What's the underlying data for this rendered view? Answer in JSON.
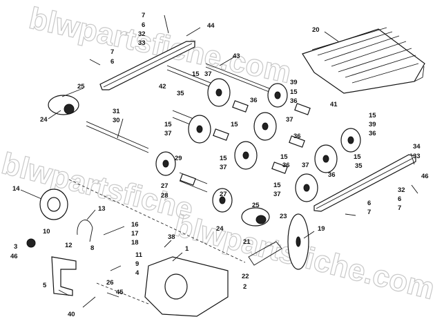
{
  "watermark": {
    "text_top": "blwpartsfiche.com",
    "text_left": "blwpartsfiche",
    "text_mid": "blwpartsfiche.com"
  },
  "callouts": [
    {
      "id": "c7a",
      "text": "7"
    },
    {
      "id": "c6a",
      "text": "6"
    },
    {
      "id": "c32a",
      "text": "32"
    },
    {
      "id": "c33a",
      "text": "33"
    },
    {
      "id": "c7b",
      "text": "7"
    },
    {
      "id": "c6b",
      "text": "6"
    },
    {
      "id": "c44",
      "text": "44"
    },
    {
      "id": "c43",
      "text": "43"
    },
    {
      "id": "c20",
      "text": "20"
    },
    {
      "id": "c25a",
      "text": "25"
    },
    {
      "id": "c24a",
      "text": "24"
    },
    {
      "id": "c42",
      "text": "42"
    },
    {
      "id": "c15a",
      "text": "15"
    },
    {
      "id": "c37a",
      "text": "37"
    },
    {
      "id": "c35a",
      "text": "35"
    },
    {
      "id": "c39a",
      "text": "39"
    },
    {
      "id": "c15b",
      "text": "15"
    },
    {
      "id": "c36a",
      "text": "36"
    },
    {
      "id": "c36b",
      "text": "36"
    },
    {
      "id": "c41",
      "text": "41"
    },
    {
      "id": "c31",
      "text": "31"
    },
    {
      "id": "c30",
      "text": "30"
    },
    {
      "id": "c15c",
      "text": "15"
    },
    {
      "id": "c37b",
      "text": "37"
    },
    {
      "id": "c15d",
      "text": "15"
    },
    {
      "id": "c37c",
      "text": "37"
    },
    {
      "id": "c15e",
      "text": "15"
    },
    {
      "id": "c39b",
      "text": "39"
    },
    {
      "id": "c36c",
      "text": "36"
    },
    {
      "id": "c36d",
      "text": "36"
    },
    {
      "id": "c29",
      "text": "29"
    },
    {
      "id": "c15f",
      "text": "15"
    },
    {
      "id": "c37d",
      "text": "37"
    },
    {
      "id": "c15g",
      "text": "15"
    },
    {
      "id": "c36e",
      "text": "36"
    },
    {
      "id": "c37e",
      "text": "37"
    },
    {
      "id": "c15h",
      "text": "15"
    },
    {
      "id": "c35b",
      "text": "35"
    },
    {
      "id": "c34",
      "text": "34"
    },
    {
      "id": "c33b",
      "text": "33"
    },
    {
      "id": "c46a",
      "text": "46"
    },
    {
      "id": "c27a",
      "text": "27"
    },
    {
      "id": "c28",
      "text": "28"
    },
    {
      "id": "c15i",
      "text": "15"
    },
    {
      "id": "c37f",
      "text": "37"
    },
    {
      "id": "c36f",
      "text": "36"
    },
    {
      "id": "c32b",
      "text": "32"
    },
    {
      "id": "c6c",
      "text": "6"
    },
    {
      "id": "c7c",
      "text": "7"
    },
    {
      "id": "c6d",
      "text": "6"
    },
    {
      "id": "c7d",
      "text": "7"
    },
    {
      "id": "c14",
      "text": "14"
    },
    {
      "id": "c27b",
      "text": "27"
    },
    {
      "id": "c25b",
      "text": "25"
    },
    {
      "id": "c24b",
      "text": "24"
    },
    {
      "id": "c23",
      "text": "23"
    },
    {
      "id": "c13",
      "text": "13"
    },
    {
      "id": "c10",
      "text": "10"
    },
    {
      "id": "c16",
      "text": "16"
    },
    {
      "id": "c17",
      "text": "17"
    },
    {
      "id": "c18",
      "text": "18"
    },
    {
      "id": "c12",
      "text": "12"
    },
    {
      "id": "c19",
      "text": "19"
    },
    {
      "id": "c3",
      "text": "3"
    },
    {
      "id": "c46b",
      "text": "46"
    },
    {
      "id": "c8",
      "text": "8"
    },
    {
      "id": "c38",
      "text": "38"
    },
    {
      "id": "c1",
      "text": "1"
    },
    {
      "id": "c21",
      "text": "21"
    },
    {
      "id": "c11",
      "text": "11"
    },
    {
      "id": "c9",
      "text": "9"
    },
    {
      "id": "c4",
      "text": "4"
    },
    {
      "id": "c26",
      "text": "26"
    },
    {
      "id": "c22",
      "text": "22"
    },
    {
      "id": "c2",
      "text": "2"
    },
    {
      "id": "c5",
      "text": "5"
    },
    {
      "id": "c45",
      "text": "45"
    },
    {
      "id": "c40",
      "text": "40"
    }
  ]
}
